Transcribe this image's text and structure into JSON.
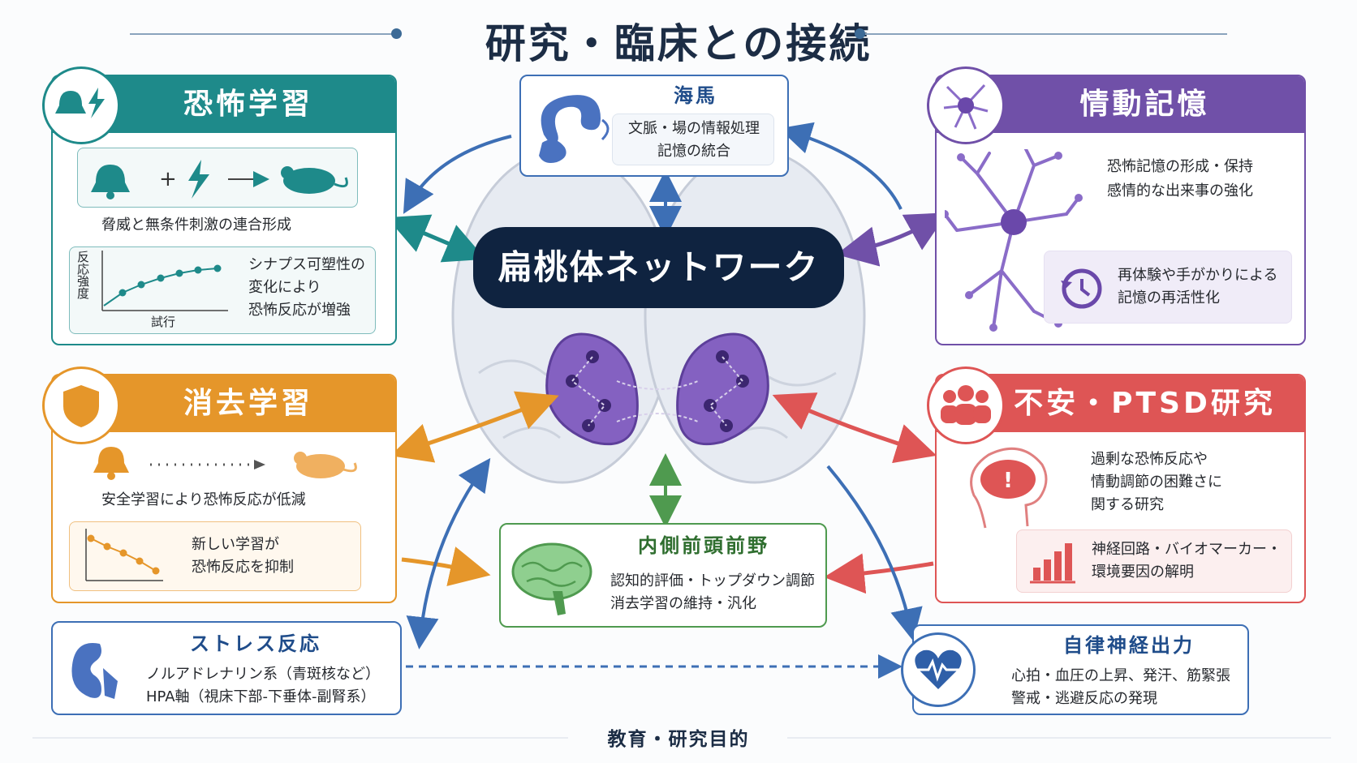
{
  "title": "研究・臨床との接続",
  "center": {
    "label": "扁桃体ネットワーク"
  },
  "fear_learning": {
    "title": "恐怖学習",
    "caption": "脅威と無条件刺激の連合形成",
    "graph": {
      "ylabel": "反応強度",
      "xlabel": "試行"
    },
    "graph_text": [
      "シナプス可塑性の",
      "変化により",
      "恐怖反応が増強"
    ],
    "color": "#1e8a8a"
  },
  "extinction": {
    "title": "消去学習",
    "caption": "安全学習により恐怖反応が低減",
    "graph_text": [
      "新しい学習が",
      "恐怖反応を抑制"
    ],
    "color": "#e5962a"
  },
  "stress": {
    "title": "ストレス反応",
    "lines": [
      "ノルアドレナリン系（青斑核など）",
      "HPA軸（視床下部-下垂体-副腎系）"
    ],
    "color": "#3d6fb5"
  },
  "hippocampus": {
    "title": "海馬",
    "lines": [
      "文脈・場の情報処理",
      "記憶の統合"
    ],
    "color": "#3d6fb5"
  },
  "mpfc": {
    "title": "内側前頭前野",
    "lines": [
      "認知的評価・トップダウン調節",
      "消去学習の維持・汎化"
    ],
    "color": "#4f9a4f"
  },
  "emotional_memory": {
    "title": "情動記憶",
    "lines": [
      "恐怖記憶の形成・保持",
      "感情的な出来事の強化"
    ],
    "recall": [
      "再体験や手がかりによる",
      "記憶の再活性化"
    ],
    "color": "#7050a8"
  },
  "anxiety": {
    "title": "不安・PTSD研究",
    "lines": [
      "過剰な恐怖反応や",
      "情動調節の困難さに",
      "関する研究"
    ],
    "markers": [
      "神経回路・バイオマーカー・",
      "環境要因の解明"
    ],
    "color": "#de5555"
  },
  "autonomic": {
    "title": "自律神経出力",
    "lines": [
      "心拍・血圧の上昇、発汗、筋緊張",
      "警戒・逃避反応の発現"
    ],
    "color": "#3d6fb5"
  },
  "footer": "教育・研究目的",
  "icons": [
    "bell-icon",
    "lightning-icon",
    "mouse-icon",
    "shield-icon",
    "people-icon",
    "neuron-icon",
    "brain-icon",
    "clock-icon",
    "heart-pulse-icon",
    "kidney-icon",
    "hippocampus-icon",
    "bar-chart-icon"
  ]
}
